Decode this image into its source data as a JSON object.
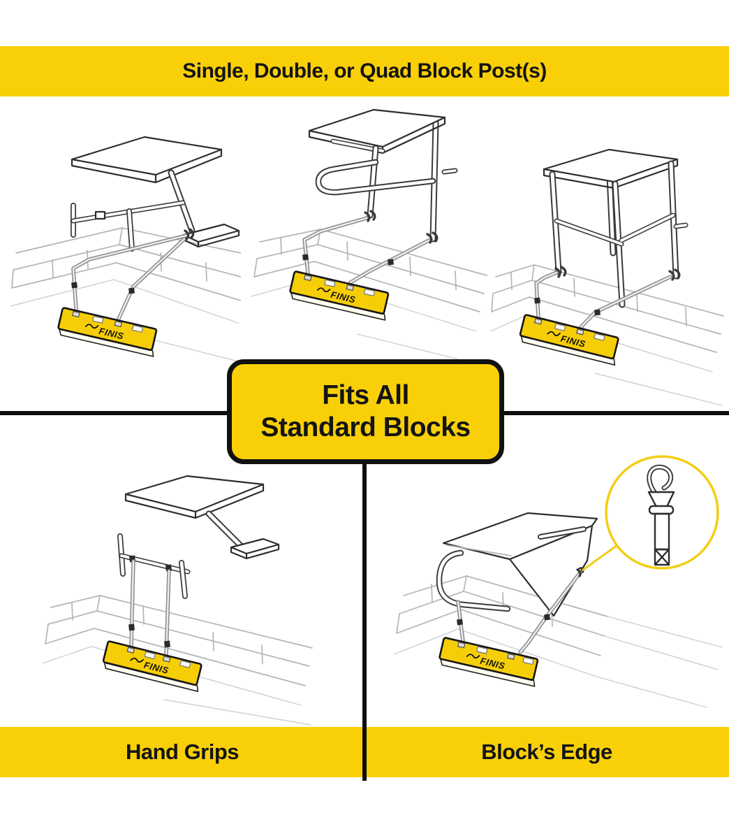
{
  "colors": {
    "banner_yellow": "#F9D008",
    "badge_yellow": "#F9D008",
    "badge_border": "#111111",
    "divider_black": "#0E0E0E",
    "text_black": "#141414",
    "wedge_yellow": "#F6CE07",
    "illustration_outline": "#2E2E2E",
    "deck_line_gray": "#B4B4B4",
    "strap_gray": "#8C8C8C",
    "callout_ring_yellow": "#F2CE14"
  },
  "top_banner": {
    "label": "Single, Double, or Quad Block Post(s)"
  },
  "center_badge": {
    "line1": "Fits All",
    "line2": "Standard Blocks"
  },
  "bottom_banner": {
    "left_label": "Hand Grips",
    "right_label": "Block’s Edge"
  },
  "brand": {
    "wedge_logo": "FINIS"
  },
  "illustrations": {
    "top_left": "single-post-starting-block",
    "top_center": "double-post-starting-block",
    "top_right": "quad-post-starting-block",
    "bottom_left": "hand-grips-mount",
    "bottom_right": "blocks-edge-mount",
    "callout": "s-hook-strap-detail"
  }
}
